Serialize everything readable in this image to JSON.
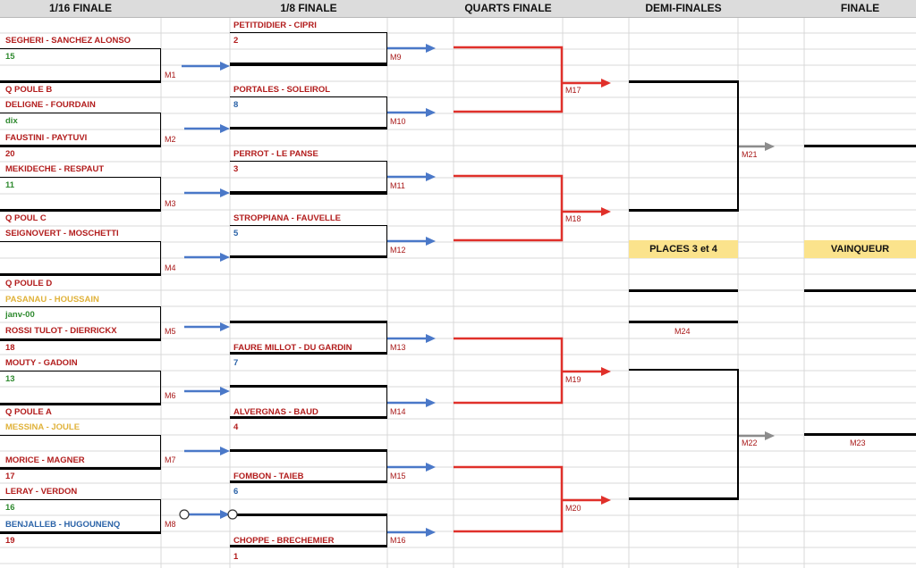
{
  "headers": {
    "r32": "1/16 FINALE",
    "r16": "1/8 FINALE",
    "qf": "QUARTS FINALE",
    "sf": "DEMI-FINALES",
    "final": "FINALE"
  },
  "colors": {
    "grid": "#d9d9d9",
    "header_bg": "#dcdcdc",
    "team_red": "#b21c1c",
    "score_green": "#2f8a2f",
    "blue": "#2b63a8",
    "orange": "#e0b23a",
    "yellow_box": "#fbe38c",
    "arrow_red": "#e0302a",
    "arrow_blue": "#4a78c8",
    "arrow_grey": "#8c8c8c"
  },
  "r32": {
    "t1": "SEGHERI - SANCHEZ ALONSO",
    "s1": "15",
    "t2": "Q POULE B",
    "t3": "DELIGNE - FOURDAIN",
    "s3": "dix",
    "t4": "FAUSTINI - PAYTUVI",
    "s4": "20",
    "t5": "MEKIDECHE - RESPAUT",
    "s5": "11",
    "t6": "Q POUL C",
    "t7": "SEIGNOVERT - MOSCHETTI",
    "t8": "Q POULE D",
    "t9": "PASANAU - HOUSSAIN",
    "s9": "janv-00",
    "t10": "ROSSI TULOT - DIERRICKX",
    "s10": "18",
    "t11": "MOUTY - GADOIN",
    "s11": "13",
    "t12": "Q POULE A",
    "t13": "MESSINA - JOULE",
    "t14": "MORICE - MAGNER",
    "s14": "17",
    "t15": "LERAY - VERDON",
    "s15": "16",
    "t16": "BENJALLEB - HUGOUNENQ",
    "s16": "19"
  },
  "r16": {
    "t1": "PETITDIDIER - CIPRI",
    "s1": "2",
    "t2": "PORTALES - SOLEIROL",
    "s2": "8",
    "t3": "PERROT - LE PANSE",
    "s3": "3",
    "t4": "STROPPIANA - FAUVELLE",
    "s4": "5",
    "t5": "FAURE MILLOT - DU GARDIN",
    "s5": "7",
    "t6": "ALVERGNAS - BAUD",
    "s6": "4",
    "t7": "FOMBON - TAIEB",
    "s7": "6",
    "t8": "CHOPPE - BRECHEMIER",
    "s8": "1"
  },
  "matches": {
    "m1": "M1",
    "m2": "M2",
    "m3": "M3",
    "m4": "M4",
    "m5": "M5",
    "m6": "M6",
    "m7": "M7",
    "m8": "M8",
    "m9": "M9",
    "m10": "M10",
    "m11": "M11",
    "m12": "M12",
    "m13": "M13",
    "m14": "M14",
    "m15": "M15",
    "m16": "M16",
    "m17": "M17",
    "m18": "M18",
    "m19": "M19",
    "m20": "M20",
    "m21": "M21",
    "m22": "M22",
    "m23": "M23",
    "m24": "M24"
  },
  "boxes": {
    "places": "PLACES 3 et 4",
    "winner": "VAINQUEUR"
  }
}
